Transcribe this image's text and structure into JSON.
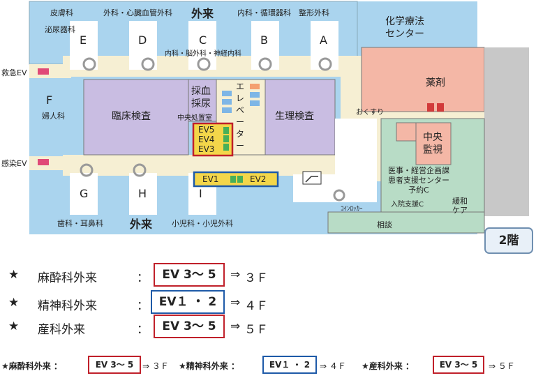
{
  "map": {
    "departments": {
      "dermatology": "皮膚科",
      "urology": "泌尿器科",
      "surgery_cardio": "外科・心臓血管外科",
      "outpatient_top": "外来",
      "internal_circ": "内科・循環器科",
      "orthopedics": "整形外科",
      "chemo_center": "化学療法\nセンター",
      "emergency_ev": "救急EV",
      "gynecology_f": "F",
      "gynecology": "婦人科",
      "infection_ev": "感染EV",
      "internal_neuro": "内科・脳外科・神経内科",
      "clinical_lab": "臨床検査",
      "blood_collect": "採血\n採尿",
      "central_treat": "中央処置室",
      "elevator_vertical": "エレベーター",
      "physiology_lab": "生理検査",
      "pharmacy": "薬剤",
      "medicine_pickup": "おくすり",
      "central_monitor": "中央\n監視",
      "medical_support": "医事・経営企画課\n患者支援センター\n予約C",
      "admission_support": "入院支援C",
      "palliative_care": "緩和\nケア",
      "consultation": "相談",
      "coin_locker": "ｺｲﾝﾛｯｶｰ",
      "dental_ent": "歯科・耳鼻科",
      "outpatient_bottom": "外来",
      "pediatrics": "小児科・小児外科"
    },
    "blocks": [
      "E",
      "D",
      "C",
      "B",
      "A",
      "G",
      "H",
      "I"
    ],
    "ev_group_upper": [
      "EV5",
      "EV4",
      "EV3"
    ],
    "ev_group_lower": [
      "EV1",
      "EV2"
    ],
    "floor": "2階"
  },
  "legend_large": [
    {
      "star": "★",
      "dept": "麻酔科外来",
      "colon": "：",
      "ev": "EV 3～ 5",
      "arrow": "⇒",
      "floor": "３Ｆ",
      "color": "#c0202a"
    },
    {
      "star": "★",
      "dept": "精神科外来",
      "colon": "：",
      "ev": "EV１ ・ 2",
      "arrow": "⇒",
      "floor": "４Ｆ",
      "color": "#1e5aa8"
    },
    {
      "star": "★",
      "dept": "産科外来",
      "colon": "：",
      "ev": "EV 3～ 5",
      "arrow": "⇒",
      "floor": "５Ｆ",
      "color": "#c0202a"
    }
  ],
  "legend_small": [
    {
      "prefix": "★麻酔科外来 ：",
      "ev": "EV 3～ 5",
      "suffix": "⇒ ３Ｆ",
      "color": "#c0202a"
    },
    {
      "prefix": "★精神科外来 ：",
      "ev": "EV１ ・ 2",
      "suffix": "⇒ ４Ｆ",
      "color": "#1e5aa8"
    },
    {
      "prefix": "★産科外来 ：",
      "ev": "EV 3～ 5",
      "suffix": "⇒ ５Ｆ",
      "color": "#c0202a"
    }
  ],
  "colors": {
    "building_blue": "#aad4ee",
    "corridor_cream": "#f6efd3",
    "lab_purple": "#c9bde2",
    "pharmacy_salmon": "#f4b7a6",
    "support_green": "#b8dcc6",
    "gray_area": "#c8c8c8",
    "ev_yellow": "#f3d64a"
  }
}
